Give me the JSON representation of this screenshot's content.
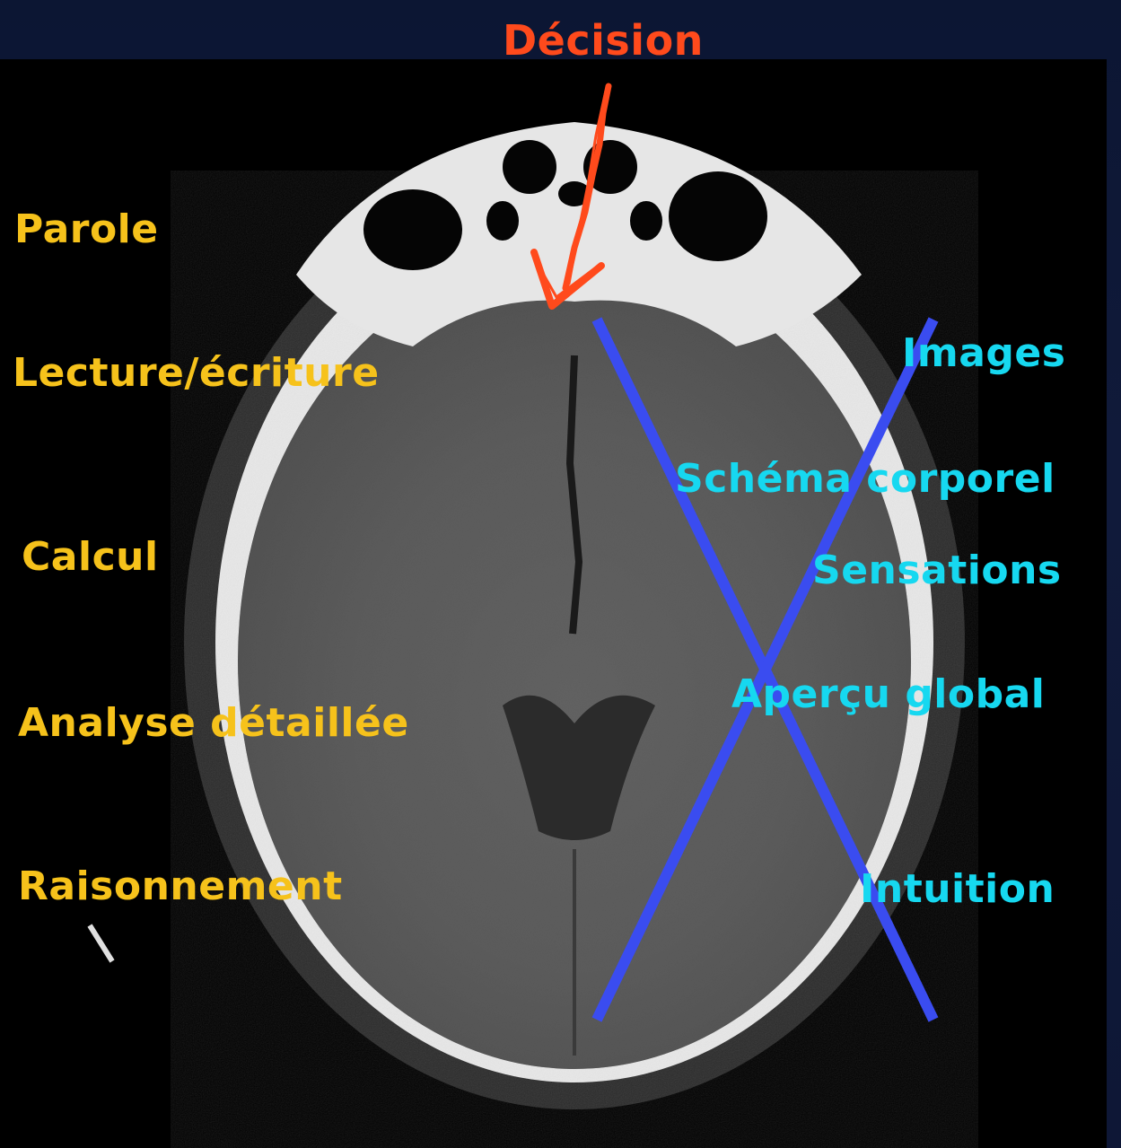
{
  "slide": {
    "title": "Décision",
    "colors": {
      "background": "#0d1530",
      "scan_background": "#000000",
      "title_color": "#ff4a1c",
      "left_label_color": "#f6c21b",
      "right_label_color": "#16d8f0",
      "cross_color": "#3a4cf0",
      "arrow_color": "#ff4a1c"
    }
  },
  "left_labels": {
    "parole": "Parole",
    "lecture": "Lecture/écriture",
    "calcul": "Calcul",
    "analyse": "Analyse détaillée",
    "raisonnement": "Raisonnement"
  },
  "right_labels": {
    "images": "Images",
    "schema": "Schéma corporel",
    "sensations": "Sensations",
    "apercu": "Aperçu global",
    "intuition": "Intuition"
  }
}
